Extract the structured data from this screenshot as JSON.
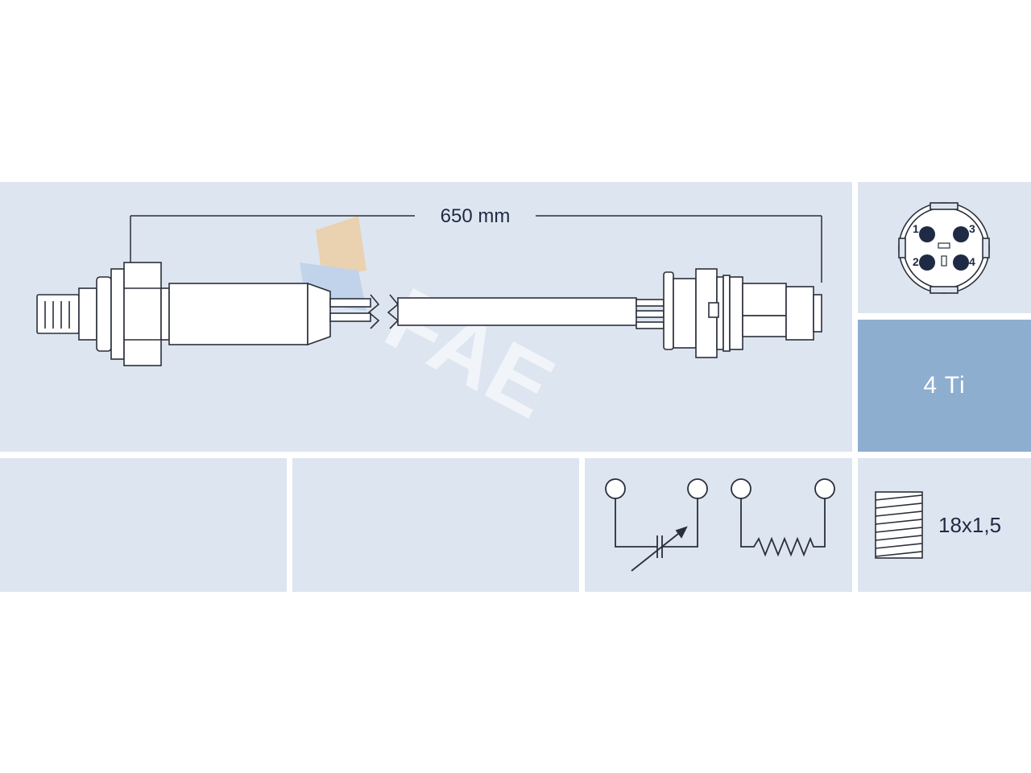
{
  "dimension": {
    "cable_length": "650 mm"
  },
  "connector": {
    "pins": [
      "1",
      "2",
      "3",
      "4"
    ]
  },
  "wires": {
    "label": "4 Ti"
  },
  "thread": {
    "label": "18x1,5"
  },
  "watermark": {
    "text": "FAE"
  },
  "colors": {
    "panel": "#dde5f0",
    "accent": "#8eaed0",
    "line": "#2a2f3a",
    "watermark_orange": "#f6c27a",
    "watermark_blue": "#a9c6e6"
  },
  "icons": {
    "circuit_left": "variable-resistor-icon",
    "circuit_right": "heater-resistor-icon",
    "thread": "thread-icon",
    "connector": "connector-pinout-icon"
  }
}
